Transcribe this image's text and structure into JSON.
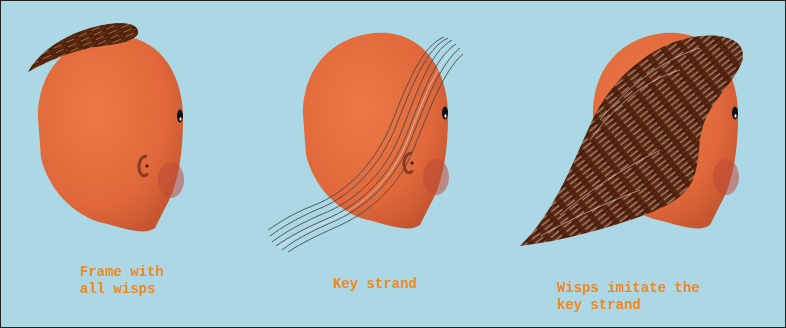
{
  "diagram": {
    "labels": [
      "Frame with all wisps",
      "Key strand",
      "Wisps imitate the key strand"
    ]
  }
}
